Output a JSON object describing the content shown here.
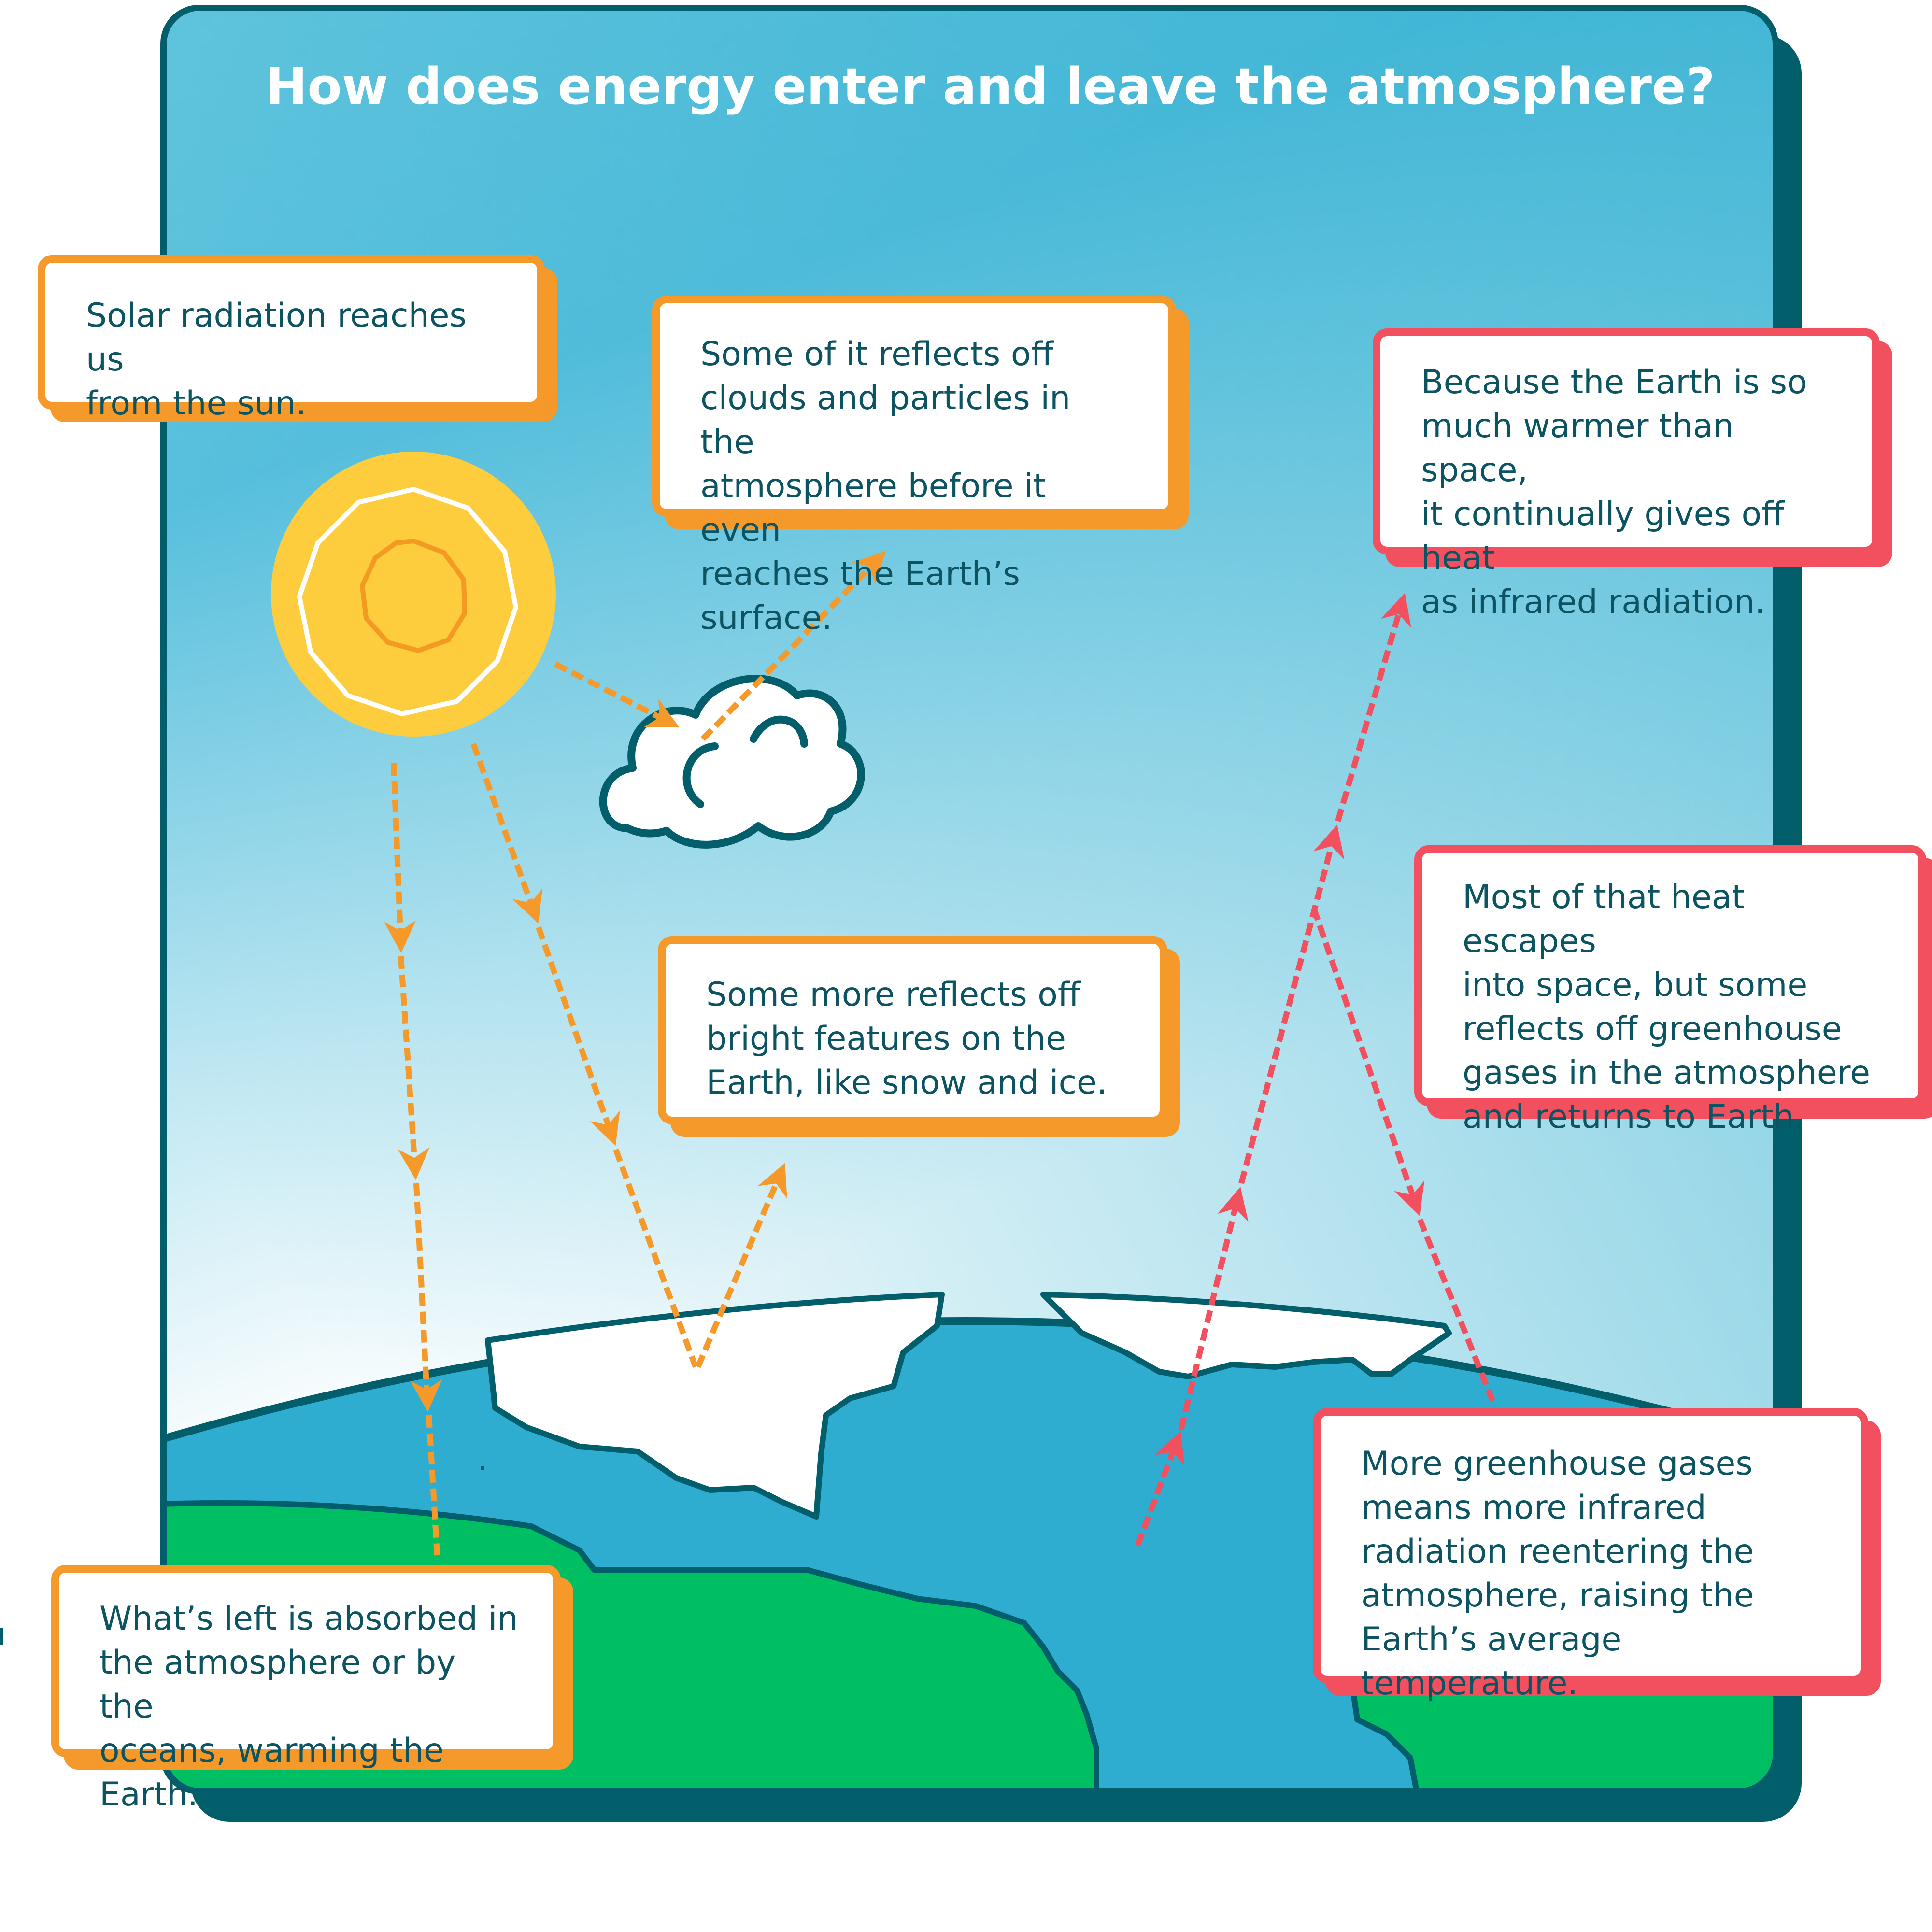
{
  "title": "How does energy enter and leave the atmosphere?",
  "colors": {
    "frame": "#035e6b",
    "sky_top": "#36b0d2",
    "sky_bottom": "#ffffff",
    "ocean": "#2eadd0",
    "land": "#00bf63",
    "ice": "#ffffff",
    "sun_outer": "#fdcd3d",
    "sun_inner": "#f29a22",
    "solar_arrow": "#f5992b",
    "infrared_arrow": "#f2505f"
  },
  "callouts": {
    "solar": "Solar radiation reaches us\nfrom the sun.",
    "clouds": "Some of it reflects off\nclouds and particles in the\natmosphere before it even\nreaches the Earth’s surface.",
    "ice": "Some more reflects off\nbright features on the\nEarth, like snow and ice.",
    "absorbed": "What’s left is absorbed in\nthe atmosphere or by the\noceans, warming the Earth.",
    "warmer": "Because the Earth is so\nmuch warmer than space,\nit continually gives off heat\nas infrared radiation.",
    "escapes": "Most of that heat escapes\ninto space, but some\nreflects off greenhouse\ngases in the atmosphere\nand returns to Earth.",
    "greenhouse": "More greenhouse gases\nmeans more infrared\nradiation reentering the\natmosphere, raising the\nEarth’s average temperature."
  },
  "icons": [
    "sun-icon",
    "cloud-icon",
    "earth-illustration"
  ]
}
